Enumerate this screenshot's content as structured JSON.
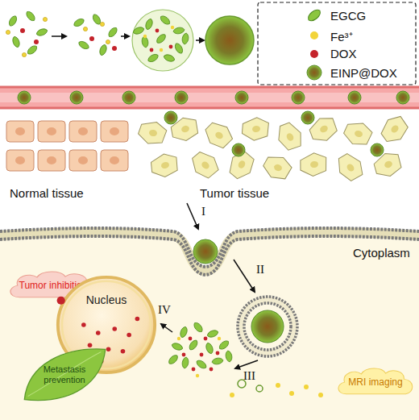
{
  "diagram": {
    "nodes": [
      {
        "text": [
          "Tumor inhibition"
        ]
      },
      {
        "text": [
          "Nucleus"
        ]
      },
      {
        "text": [
          "Metastasis prevention"
        ]
      },
      {
        "text": [
          "MRI imaging"
        ]
      }
    ],
    "labels": [
      "Normal tissue",
      "Tumor tissue",
      "Cytoplasm",
      "I",
      "II",
      "III",
      "IV"
    ],
    "legend": [
      {
        "text": "EGCG"
      },
      {
        "text": "Fe³⁺",
        "color": "#f2d43a"
      },
      {
        "text": "DOX",
        "color": "#c4232b"
      },
      {
        "text": "EINP@DOX"
      }
    ]
  }
}
